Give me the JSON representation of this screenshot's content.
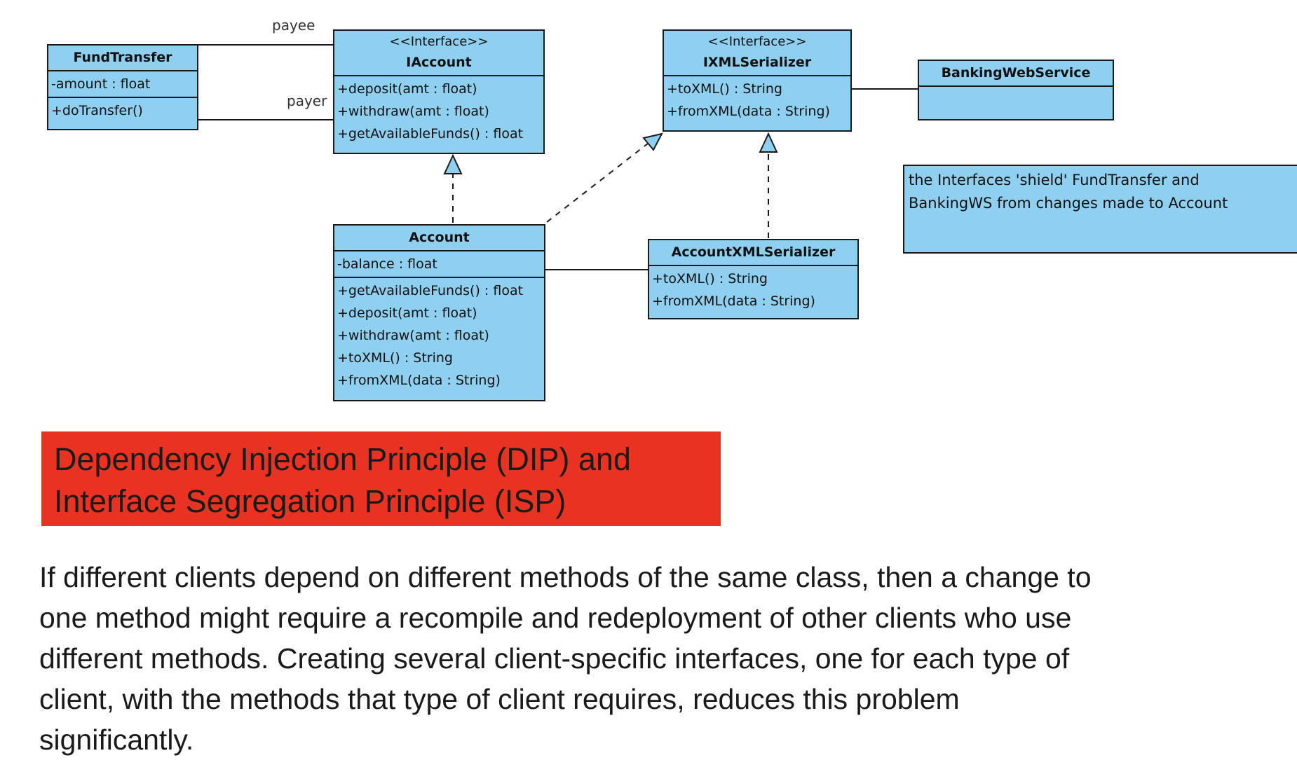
{
  "diagram": {
    "classes": {
      "fundtransfer": {
        "name": "FundTransfer",
        "attrs": [
          "-amount : float"
        ],
        "ops": [
          "+doTransfer()"
        ]
      },
      "iaccount": {
        "stereotype": "<<Interface>>",
        "name": "IAccount",
        "ops": [
          "+deposit(amt : float)",
          "+withdraw(amt : float)",
          "+getAvailableFunds() : float"
        ]
      },
      "ixmlserializer": {
        "stereotype": "<<Interface>>",
        "name": "IXMLSerializer",
        "ops": [
          "+toXML() : String",
          "+fromXML(data : String)"
        ]
      },
      "bankingwebservice": {
        "name": "BankingWebService"
      },
      "account": {
        "name": "Account",
        "attrs": [
          "-balance : float"
        ],
        "ops": [
          "+getAvailableFunds() : float",
          "+deposit(amt : float)",
          "+withdraw(amt : float)",
          "+toXML() : String",
          "+fromXML(data : String)"
        ]
      },
      "accountxmlserializer": {
        "name": "AccountXMLSerializer",
        "ops": [
          "+toXML() : String",
          "+fromXML(data : String)"
        ]
      }
    },
    "roles": {
      "payee": "payee",
      "payer": "payer"
    },
    "note": [
      "the Interfaces 'shield' FundTransfer and",
      "BankingWS from changes made to Account"
    ]
  },
  "banner": {
    "lines": [
      "Dependency Injection Principle (DIP) and",
      "Interface Segregation Principle (ISP)"
    ],
    "color": "#e83323"
  },
  "paragraph": {
    "lines": [
      "If different clients depend on different methods of the same class, then a change to",
      "one method might require a recompile and redeployment of other clients who use",
      "different methods. Creating several client-specific interfaces, one for each type of",
      "client, with the methods that type of client requires, reduces this problem",
      "significantly."
    ]
  },
  "colors": {
    "uml_fill": "#8fd0f0",
    "uml_border": "#1a1a1a"
  }
}
